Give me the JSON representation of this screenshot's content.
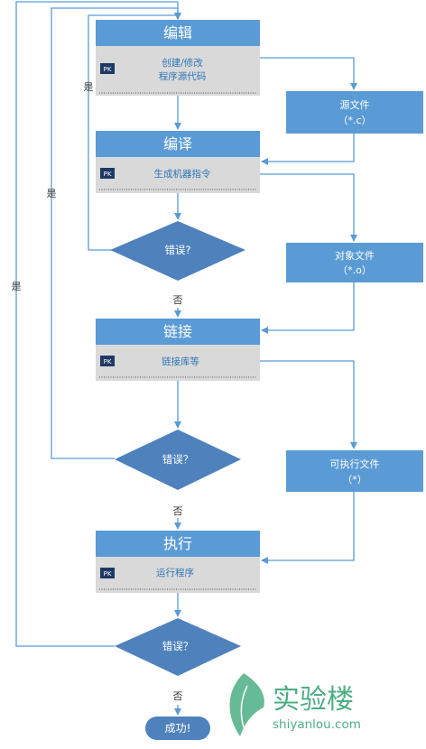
{
  "stages": [
    {
      "title": "编辑",
      "lines": [
        "创建/修改",
        "程序源代码"
      ]
    },
    {
      "title": "编译",
      "lines": [
        "生成机器指令"
      ]
    },
    {
      "title": "链接",
      "lines": [
        "链接库等"
      ]
    },
    {
      "title": "执行",
      "lines": [
        "运行程序"
      ]
    }
  ],
  "pk_label": "PK",
  "files": [
    {
      "lines": [
        "源文件",
        "（*.c）"
      ]
    },
    {
      "lines": [
        "对象文件",
        "（*.o）"
      ]
    },
    {
      "lines": [
        "可执行文件",
        "（*）"
      ]
    }
  ],
  "decision_label": "错误?",
  "decision_label_alt": "错误？",
  "yes_label": "是",
  "no_label": "否",
  "end_label": "成功!",
  "watermark": {
    "name": "实验楼",
    "url": "shiyanlou.com"
  }
}
